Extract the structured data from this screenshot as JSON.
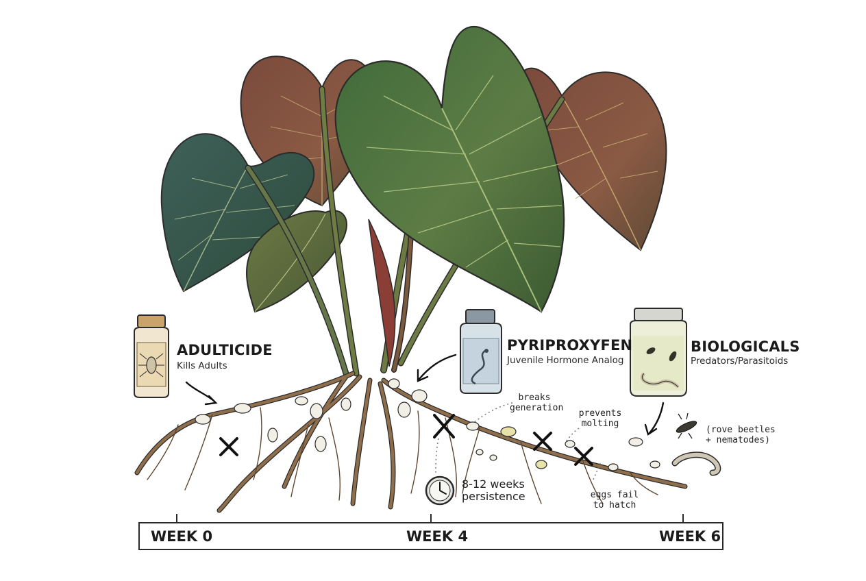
{
  "treatments": {
    "adulticide": {
      "title": "ADULTICIDE",
      "subtitle": "Kills Adults"
    },
    "pyriproxyfen": {
      "title": "PYRIPROXYFEN",
      "subtitle": "Juvenile Hormone Analog"
    },
    "biologicals": {
      "title": "BIOLOGICALS",
      "subtitle": "Predators/Parasitoids"
    }
  },
  "annotations": {
    "breaks_generation": [
      "breaks",
      "generation"
    ],
    "prevents_molting": [
      "prevents",
      "molting"
    ],
    "eggs_fail": [
      "eggs fail",
      "to hatch"
    ],
    "rove_beetles": [
      "(rove beetles",
      "+ nematodes)"
    ],
    "persistence": [
      "8-12 weeks",
      "persistence"
    ]
  },
  "timeline": {
    "labels": [
      "WEEK 0",
      "WEEK 4",
      "WEEK 6"
    ]
  },
  "colors": {
    "ink": "#2a2a2a",
    "leaf_green": "#4f6b3a",
    "leaf_red": "#7d4a3a",
    "root_brown": "#8a6a4a"
  }
}
